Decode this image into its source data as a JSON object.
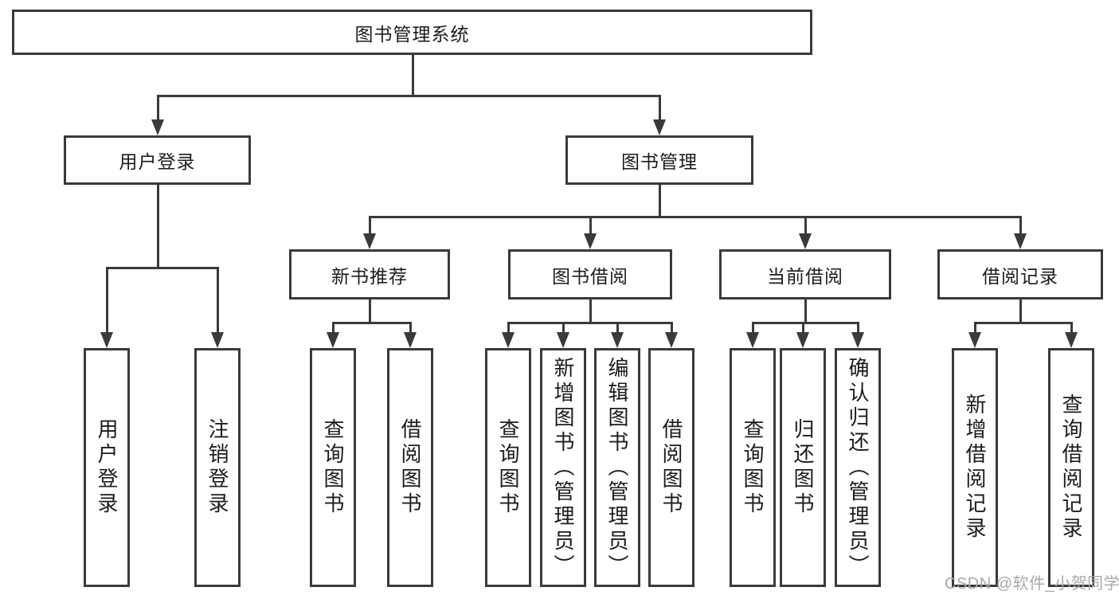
{
  "colors": {
    "line": "#3a3a3a",
    "text": "#1c1c1c",
    "watermark": "#a9a9a9",
    "background": "#ffffff"
  },
  "watermark": "CSDN @软件_小贺同学",
  "nodes": {
    "root": "图书管理系统",
    "login_group": "用户登录",
    "book_mgmt": "图书管理",
    "new_book_rec": "新书推荐",
    "book_borrow": "图书借阅",
    "current_borrow": "当前借阅",
    "borrow_record": "借阅记录",
    "leaf_user_login": "用户登录",
    "leaf_logout": "注销登录",
    "leaf_nbr_query_book": "查询图书",
    "leaf_nbr_borrow_book": "借阅图书",
    "leaf_bb_query_book": "查询图书",
    "leaf_bb_add_book": "新增图书（管理员）",
    "leaf_bb_edit_book": "编辑图书（管理员）",
    "leaf_bb_borrow_book": "借阅图书",
    "leaf_cb_query_book": "查询图书",
    "leaf_cb_return_book": "归还图书",
    "leaf_cb_confirm_return": "确认归还（管理员）",
    "leaf_br_add_record": "新增借阅记录",
    "leaf_br_query_record": "查询借阅记录"
  }
}
